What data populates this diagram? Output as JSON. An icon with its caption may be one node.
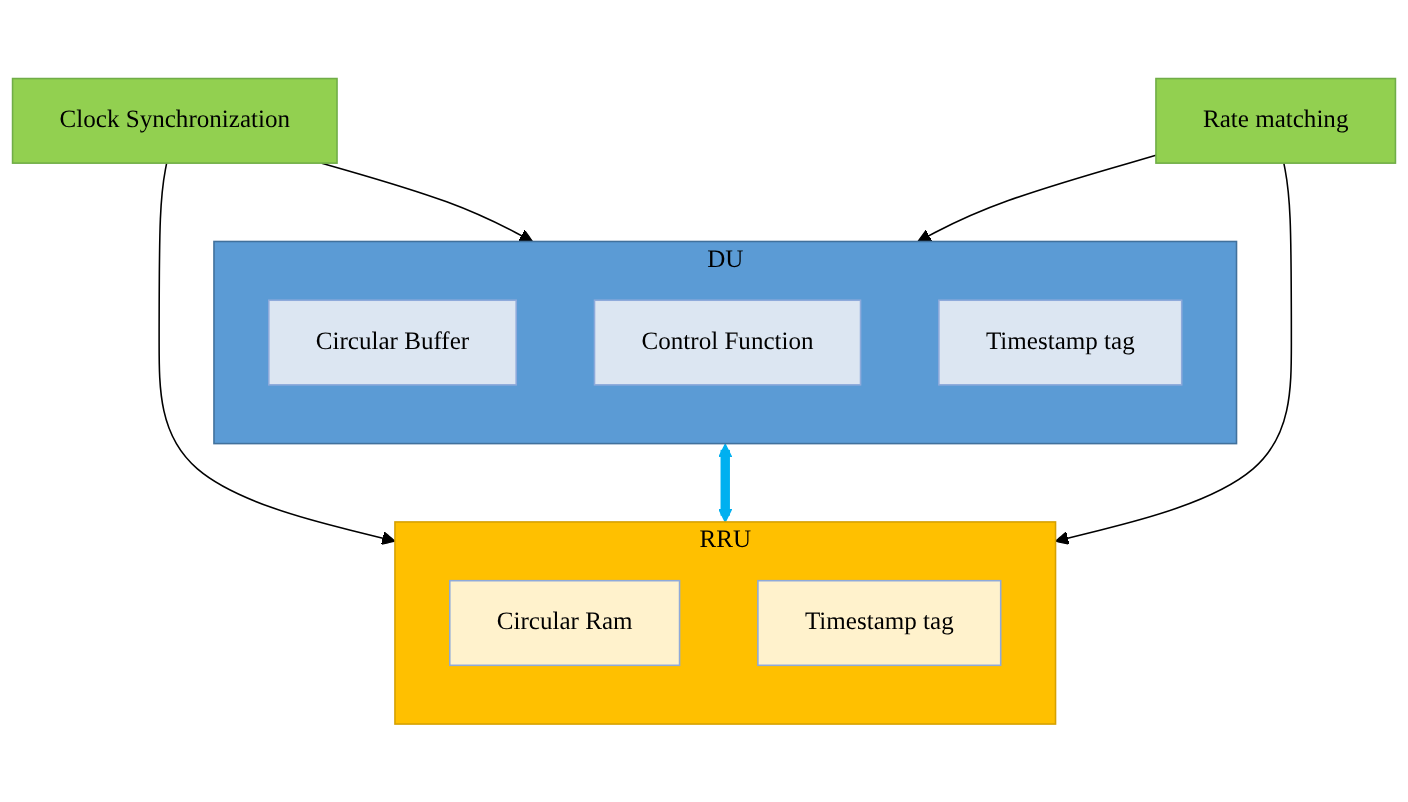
{
  "diagram": {
    "nodes": [
      {
        "text": [
          "DU"
        ]
      },
      {
        "text": [
          "Circular Buffer"
        ],
        "in": 0
      },
      {
        "text": [
          "Control Function"
        ],
        "in": 0
      },
      {
        "text": [
          "Timestamp tag"
        ],
        "in": 0
      },
      {
        "text": [
          "RRU"
        ]
      },
      {
        "text": [
          "Circular Ram"
        ],
        "in": 4
      },
      {
        "text": [
          "Timestamp tag"
        ],
        "in": 4
      },
      {
        "text": [
          "Clock Synchronization"
        ]
      },
      {
        "text": [
          "Rate matching"
        ]
      }
    ],
    "edges": [
      {
        "from": 7,
        "to": 0,
        "arrow": "to"
      },
      {
        "from": 7,
        "to": 4,
        "arrow": "to"
      },
      {
        "from": 0,
        "to": 4,
        "arrow": "both",
        "style": "thick",
        "color": "#00b0f0"
      },
      {
        "from": 8,
        "to": 0,
        "arrow": "to"
      },
      {
        "from": 8,
        "to": 4,
        "arrow": "to"
      }
    ]
  }
}
